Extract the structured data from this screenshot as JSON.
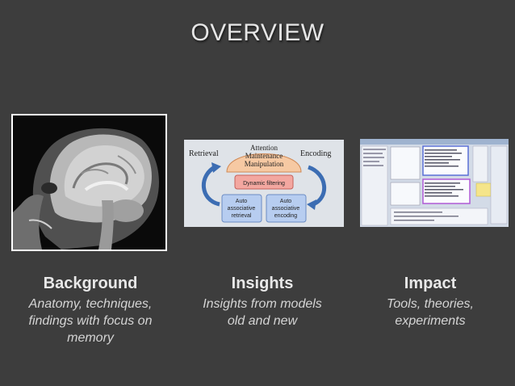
{
  "slide": {
    "title": "OVERVIEW"
  },
  "columns": [
    {
      "heading": "Background",
      "subtitle_lines": [
        "Anatomy, techniques,",
        "findings with focus on",
        "memory"
      ]
    },
    {
      "heading": "Insights",
      "subtitle_lines": [
        "Insights from models",
        "old and new"
      ]
    },
    {
      "heading": "Impact",
      "subtitle_lines": [
        "Tools, theories,",
        "experiments"
      ]
    }
  ],
  "diagram": {
    "retrieval": "Retrieval",
    "encoding": "Encoding",
    "dome_lines": [
      "Attention",
      "Maintenance",
      "Manipulation"
    ],
    "filter": "Dynamic filtering",
    "left_box": [
      "Auto",
      "associative",
      "retrieval"
    ],
    "right_box": [
      "Auto",
      "associative",
      "encoding"
    ],
    "colors": {
      "dome": "#f6c9a3",
      "filter": "#f3a7a0",
      "boxes": "#b7cdf0",
      "arrows": "#3c6db3"
    }
  },
  "images": {
    "mri": "brain-mri-sagittal",
    "ide": "code-editor-screenshot"
  }
}
